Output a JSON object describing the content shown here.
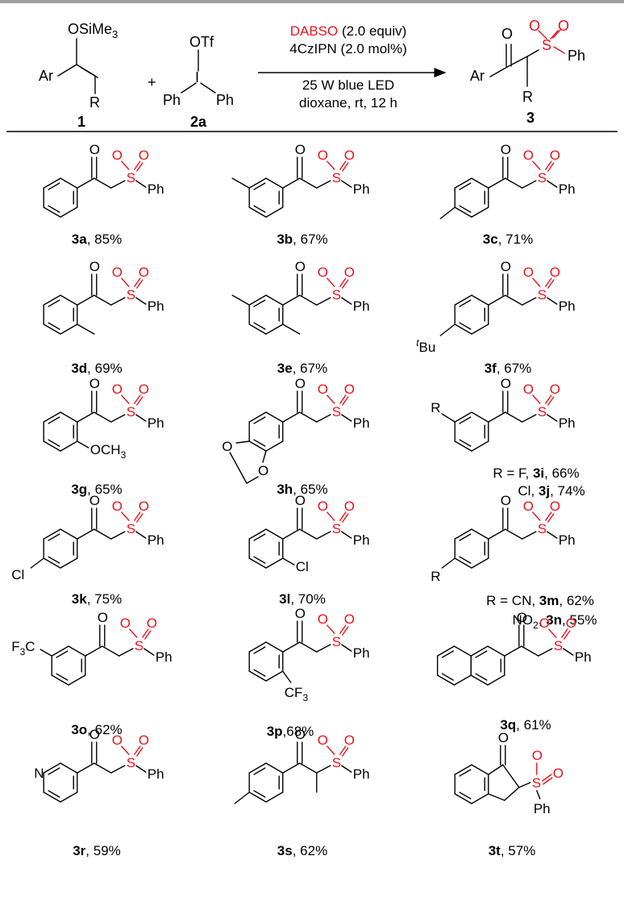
{
  "header": {
    "reactant1": {
      "group": "OSiMe",
      "sub": "3",
      "ar": "Ar",
      "r": "R",
      "label": "1"
    },
    "plus": "+",
    "reactant2": {
      "otf": "OTf",
      "i": "I",
      "ph_left": "Ph",
      "ph_right": "Ph",
      "label": "2a"
    },
    "conditions": {
      "line1_red": "DABSO",
      "line1_rest": " (2.0 equiv)",
      "line2": "4CzIPN (2.0 mol%)",
      "line3": "25 W blue LED",
      "line4": "dioxane, rt, 12 h"
    },
    "product": {
      "o": "O",
      "ar": "Ar",
      "r": "R",
      "s": "S",
      "o1": "O",
      "o2": "O",
      "ph": "Ph",
      "label": "3"
    }
  },
  "atoms": {
    "O": "O",
    "S": "S",
    "Ph": "Ph",
    "N": "N",
    "Cl": "Cl",
    "R": "R",
    "tBu_sup": "t",
    "tBu": "Bu",
    "OCH": "OCH",
    "sub3": "3",
    "F3C": "F",
    "C": "C",
    "CF": "CF"
  },
  "compounds": [
    {
      "id": "3a",
      "yield": ", 85%"
    },
    {
      "id": "3b",
      "yield": ", 67%"
    },
    {
      "id": "3c",
      "yield": ", 71%"
    },
    {
      "id": "3d",
      "yield": ", 69%"
    },
    {
      "id": "3e",
      "yield": ", 67%"
    },
    {
      "id": "3f",
      "yield": ", 67%"
    },
    {
      "id": "3g",
      "yield": ", 65%"
    },
    {
      "id": "3h",
      "yield": ", 65%"
    },
    {
      "id": "3i",
      "yield": ", 66%",
      "prefix": "R = F, "
    },
    {
      "id": "3j",
      "yield": ", 74%",
      "prefix": "Cl, "
    },
    {
      "id": "3k",
      "yield": ", 75%"
    },
    {
      "id": "3l",
      "yield": ", 70%"
    },
    {
      "id": "3m",
      "yield": ", 62%",
      "prefix": "R = CN, "
    },
    {
      "id": "3n",
      "yield": ", 55%",
      "prefix_main": "NO",
      "prefix_sub": "2",
      "prefix_tail": ", "
    },
    {
      "id": "3o",
      "yield": ", 62%"
    },
    {
      "id": "3p",
      "yield": ",68%"
    },
    {
      "id": "3q",
      "yield": ", 61%"
    },
    {
      "id": "3r",
      "yield": ", 59%"
    },
    {
      "id": "3s",
      "yield": ", 62%"
    },
    {
      "id": "3t",
      "yield": ", 57%"
    }
  ]
}
